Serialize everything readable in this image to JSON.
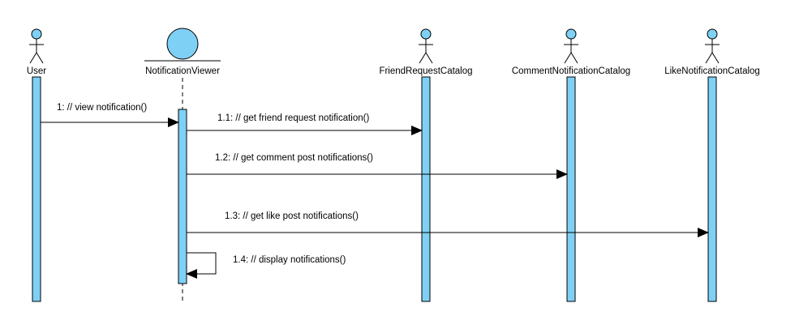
{
  "diagram": {
    "type": "sequence",
    "participants": [
      {
        "name": "User",
        "kind": "actor"
      },
      {
        "name": "NotificationViewer",
        "kind": "boundary"
      },
      {
        "name": "FriendRequestCatalog",
        "kind": "actor"
      },
      {
        "name": "CommentNotificationCatalog",
        "kind": "actor"
      },
      {
        "name": "LikeNotificationCatalog",
        "kind": "actor"
      }
    ],
    "messages": [
      {
        "label": "1: // view notification()",
        "from": "User",
        "to": "NotificationViewer"
      },
      {
        "label": "1.1: // get friend request notification()",
        "from": "NotificationViewer",
        "to": "FriendRequestCatalog"
      },
      {
        "label": "1.2: // get comment post notifications()",
        "from": "NotificationViewer",
        "to": "CommentNotificationCatalog"
      },
      {
        "label": "1.3: // get like post notifications()",
        "from": "NotificationViewer",
        "to": "LikeNotificationCatalog"
      },
      {
        "label": "1.4: // display notifications()",
        "from": "NotificationViewer",
        "to": "NotificationViewer"
      }
    ],
    "colors": {
      "fill": "#7fd0f5",
      "stroke": "#000000",
      "background": "#ffffff"
    }
  }
}
